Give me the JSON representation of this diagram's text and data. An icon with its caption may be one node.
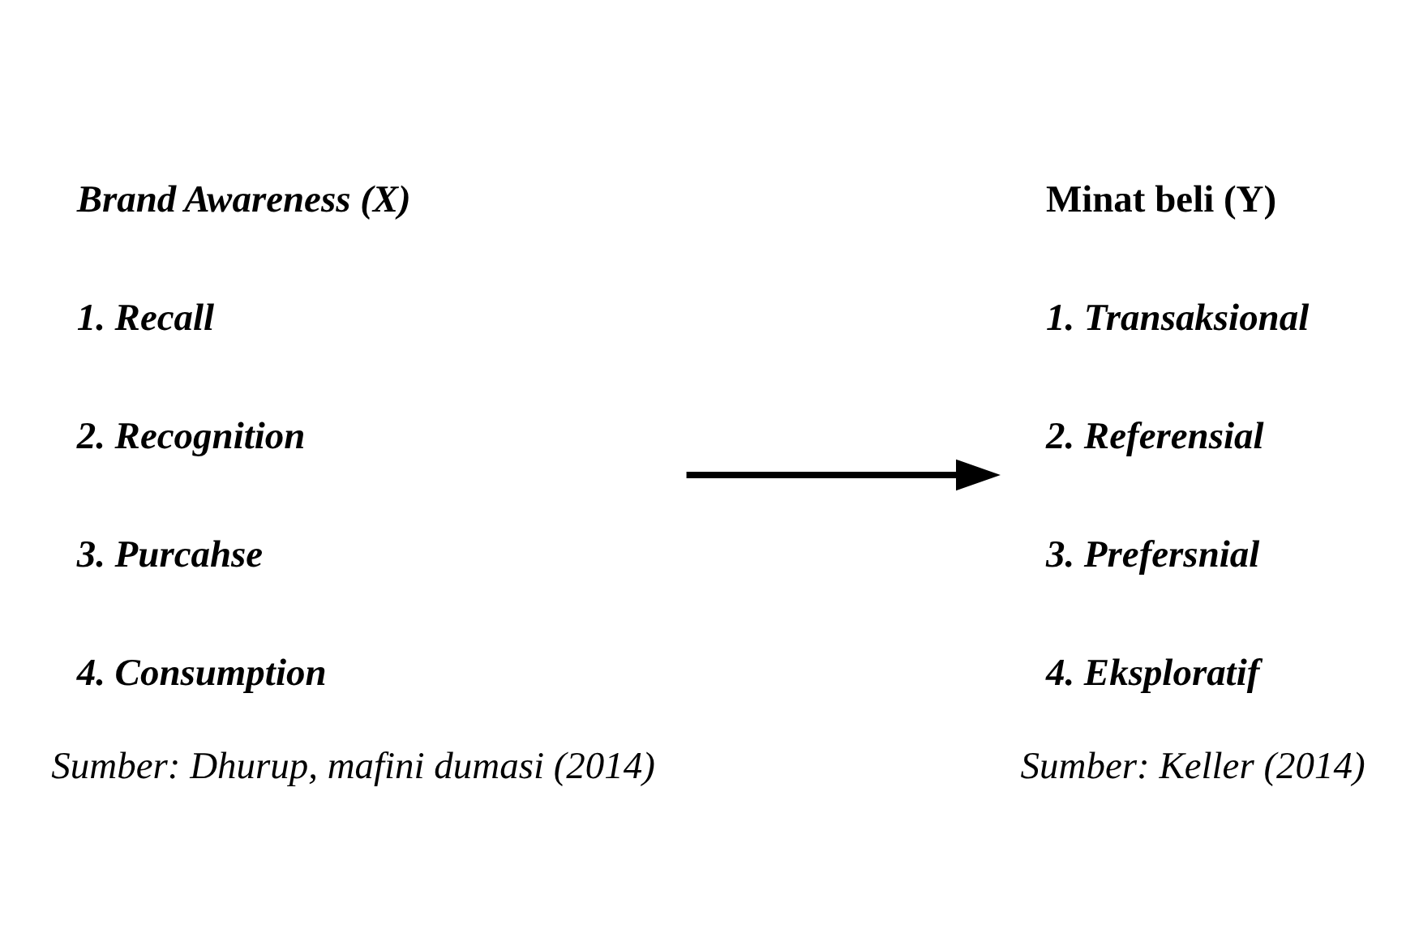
{
  "diagram": {
    "nodes": [
      {
        "text": [
          "Brand Awareness (X)",
          "1. Recall",
          "2. Recognition",
          "3. Purcahse",
          "4. Consumption",
          "Sumber: Dhurup, mafini dumasi (2014)"
        ]
      },
      {
        "text": [
          "Minat beli (Y)",
          "1. Transaksional",
          "2. Referensial",
          "3. Prefersnial",
          "4. Eksploratif",
          "Sumber: Keller (2014)"
        ]
      }
    ],
    "edges": [
      {
        "from": 0,
        "to": 1,
        "arrow": "to"
      }
    ]
  }
}
